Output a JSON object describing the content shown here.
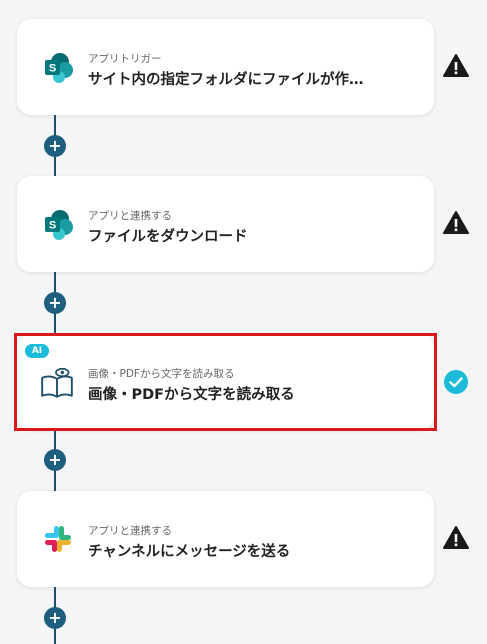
{
  "colors": {
    "connector": "#1f4f6b",
    "plus": "#1e5e7e",
    "warning": "#1a1a1a",
    "success": "#1bbcd9",
    "highlight": "#d9191c"
  },
  "steps": [
    {
      "app_icon": "sharepoint-icon",
      "subtitle": "アプリトリガー",
      "title": "サイト内の指定フォルダにファイルが作…",
      "status": "warning-icon"
    },
    {
      "app_icon": "sharepoint-icon",
      "subtitle": "アプリと連携する",
      "title": "ファイルをダウンロード",
      "status": "warning-icon"
    },
    {
      "app_icon": "ocr-book-icon",
      "badge": "AI",
      "subtitle": "画像・PDFから文字を読み取る",
      "title": "画像・PDFから文字を読み取る",
      "status": "check-icon"
    },
    {
      "app_icon": "slack-icon",
      "subtitle": "アプリと連携する",
      "title": "チャンネルにメッセージを送る",
      "status": "warning-icon"
    }
  ],
  "add_step_symbol": "+"
}
